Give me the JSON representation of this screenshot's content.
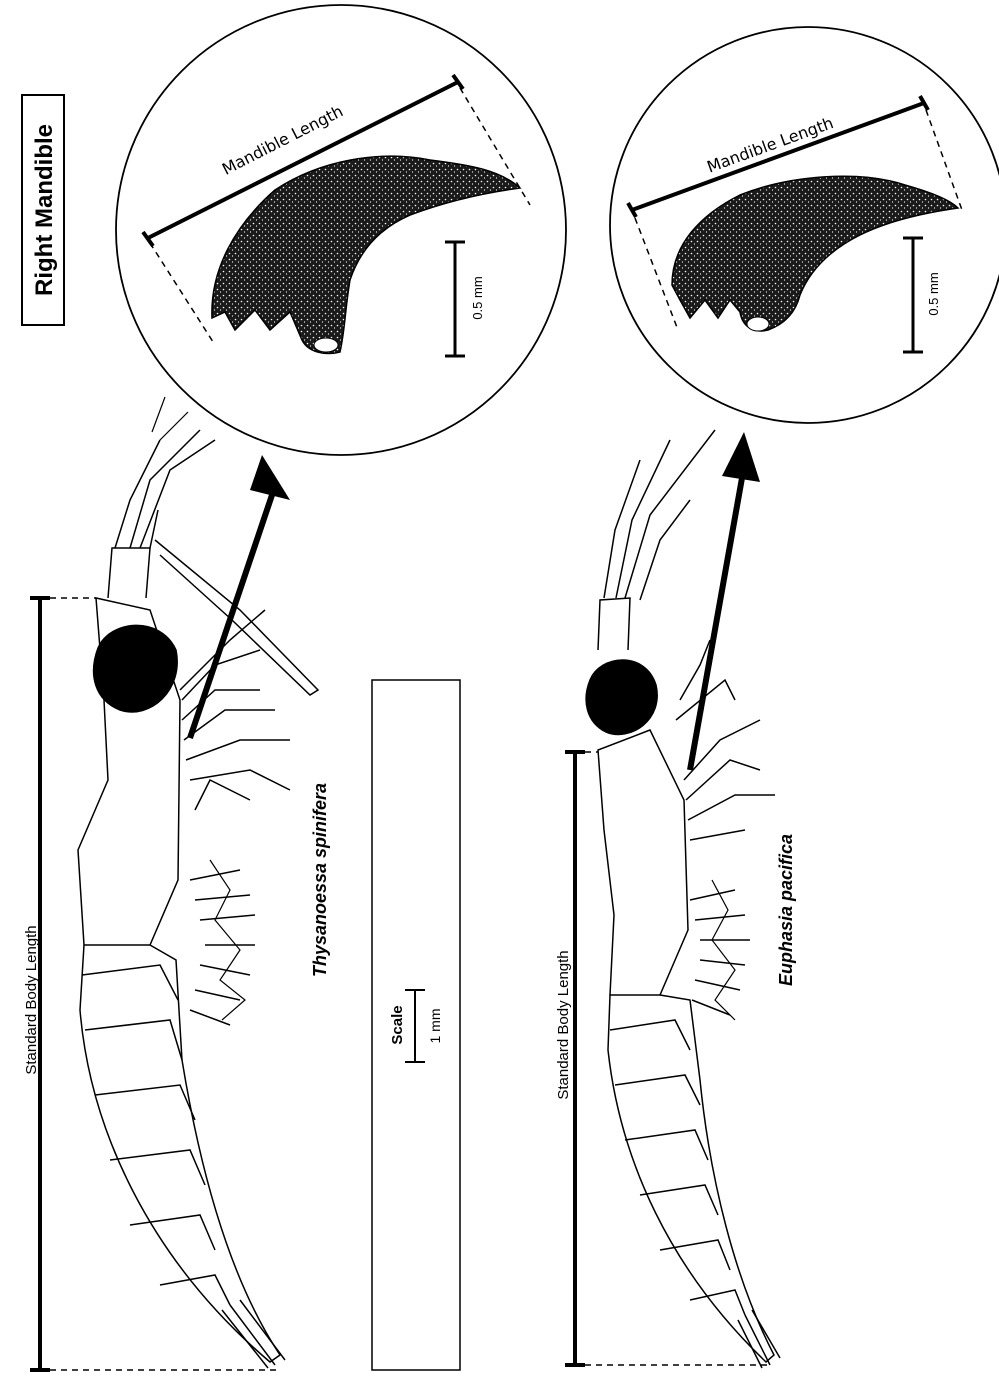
{
  "header": {
    "title": "Right Mandible"
  },
  "specimens": [
    {
      "species": "Thysanoessa spinifera",
      "body_length_label": "Standard Body Length",
      "mandible_length_label": "Mandible Length",
      "mandible_scale_label": "0.5 mm"
    },
    {
      "species": "Euphasia pacifica",
      "body_length_label": "Standard Body Length",
      "mandible_length_label": "Mandible Length",
      "mandible_scale_label": "0.5 mm"
    }
  ],
  "scale_box": {
    "title": "Scale",
    "value": "1 mm"
  },
  "colors": {
    "ink": "#000000",
    "paper": "#ffffff"
  }
}
